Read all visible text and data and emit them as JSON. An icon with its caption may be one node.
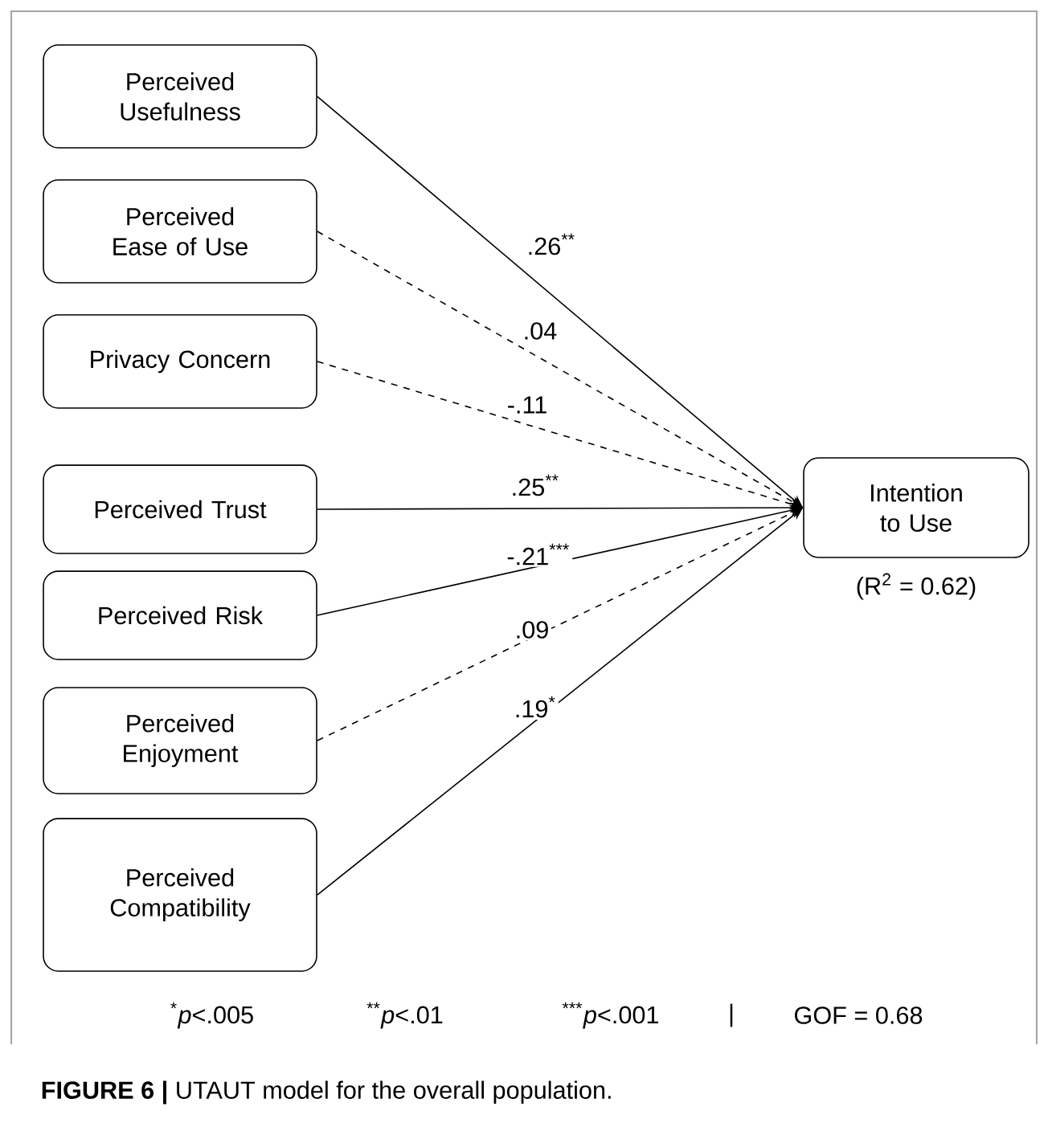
{
  "diagram": {
    "caption": "**FIGURE 6 |** UTAUT model for the overall population.",
    "nodes": [
      {
        "text": [
          "Perceived Usefulness"
        ]
      },
      {
        "text": [
          "Perceived Ease of Use"
        ]
      },
      {
        "text": [
          "Privacy Concern"
        ]
      },
      {
        "text": [
          "Perceived Trust"
        ]
      },
      {
        "text": [
          "Perceived Risk"
        ]
      },
      {
        "text": [
          "Perceived Enjoyment"
        ]
      },
      {
        "text": [
          "Perceived Compatibility"
        ]
      },
      {
        "text": [
          "Intention to Use"
        ],
        "beside": [
          "(R$^{2}$ = 0.62)"
        ]
      }
    ],
    "edges": [
      {
        "from": 0,
        "to": 7,
        "arrow": "to",
        "label": ".26$^{**}$"
      },
      {
        "from": 1,
        "to": 7,
        "arrow": "to",
        "label": ".04",
        "style": "dashed"
      },
      {
        "from": 2,
        "to": 7,
        "arrow": "to",
        "label": "-.11",
        "style": "dashed"
      },
      {
        "from": 3,
        "to": 7,
        "arrow": "to",
        "label": ".25$^{**}$"
      },
      {
        "from": 4,
        "to": 7,
        "arrow": "to",
        "label": "-.21$^{***}$"
      },
      {
        "from": 5,
        "to": 7,
        "arrow": "to",
        "label": ".09",
        "style": "dashed"
      },
      {
        "from": 6,
        "to": 7,
        "arrow": "to",
        "label": ".19$^{*}$"
      }
    ],
    "labels": [
      "$^{*}$*p*<.005",
      "$^{**}$*p*<.01",
      "$^{***}$*p*<.001",
      "|",
      "GOF = 0.68"
    ]
  }
}
